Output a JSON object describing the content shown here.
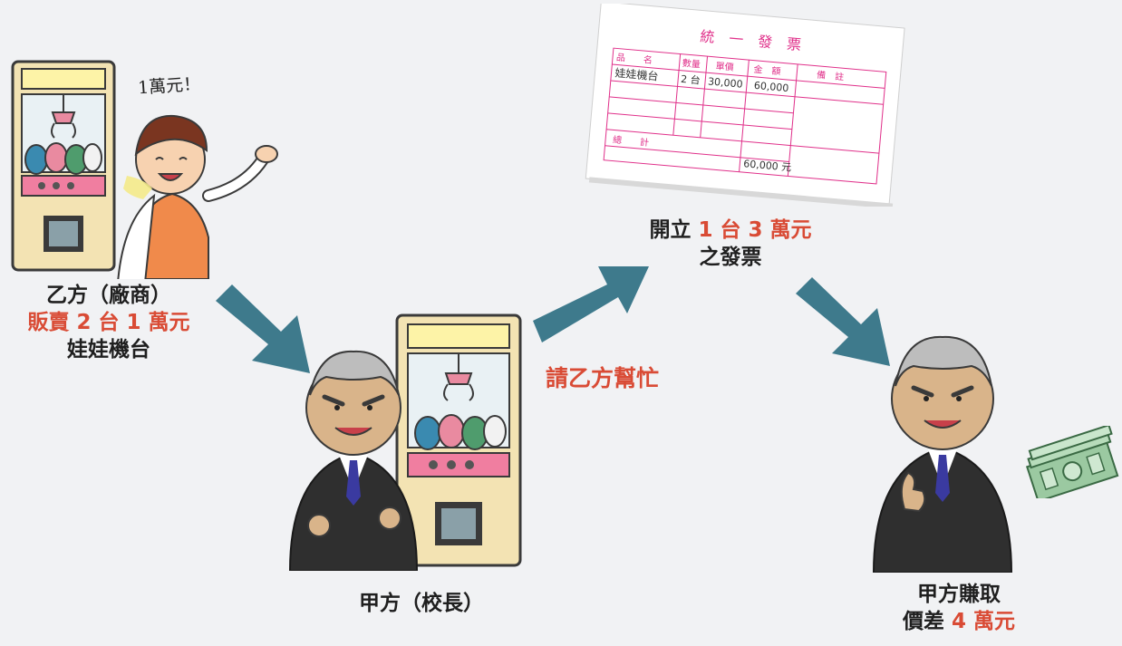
{
  "party_b": {
    "line1": "乙方（廠商）",
    "line2": "販賣 2 台 1 萬元",
    "line3": "娃娃機台",
    "speech": "1萬元！"
  },
  "party_a": {
    "label": "甲方（校長）"
  },
  "help_request": "請乙方幫忙",
  "invoice_caption": {
    "prefix": "開立",
    "highlight": "1 台 3 萬元",
    "line2": "之發票"
  },
  "profit": {
    "line1": "甲方賺取",
    "prefix": "價差",
    "highlight": "4 萬元"
  },
  "invoice": {
    "title": "統　一　發　票",
    "headers": [
      "品　　名",
      "數量",
      "單價",
      "金　額",
      "備　註"
    ],
    "item_name": "娃娃機台",
    "quantity": "2 台",
    "unit_price": "30,000",
    "amount": "60,000",
    "total_label": "總　　計",
    "total_value": "60,000 元"
  },
  "colors": {
    "arrow": "#3e7a8c",
    "highlight": "#d94b35",
    "invoice_accent": "#e0308a"
  }
}
